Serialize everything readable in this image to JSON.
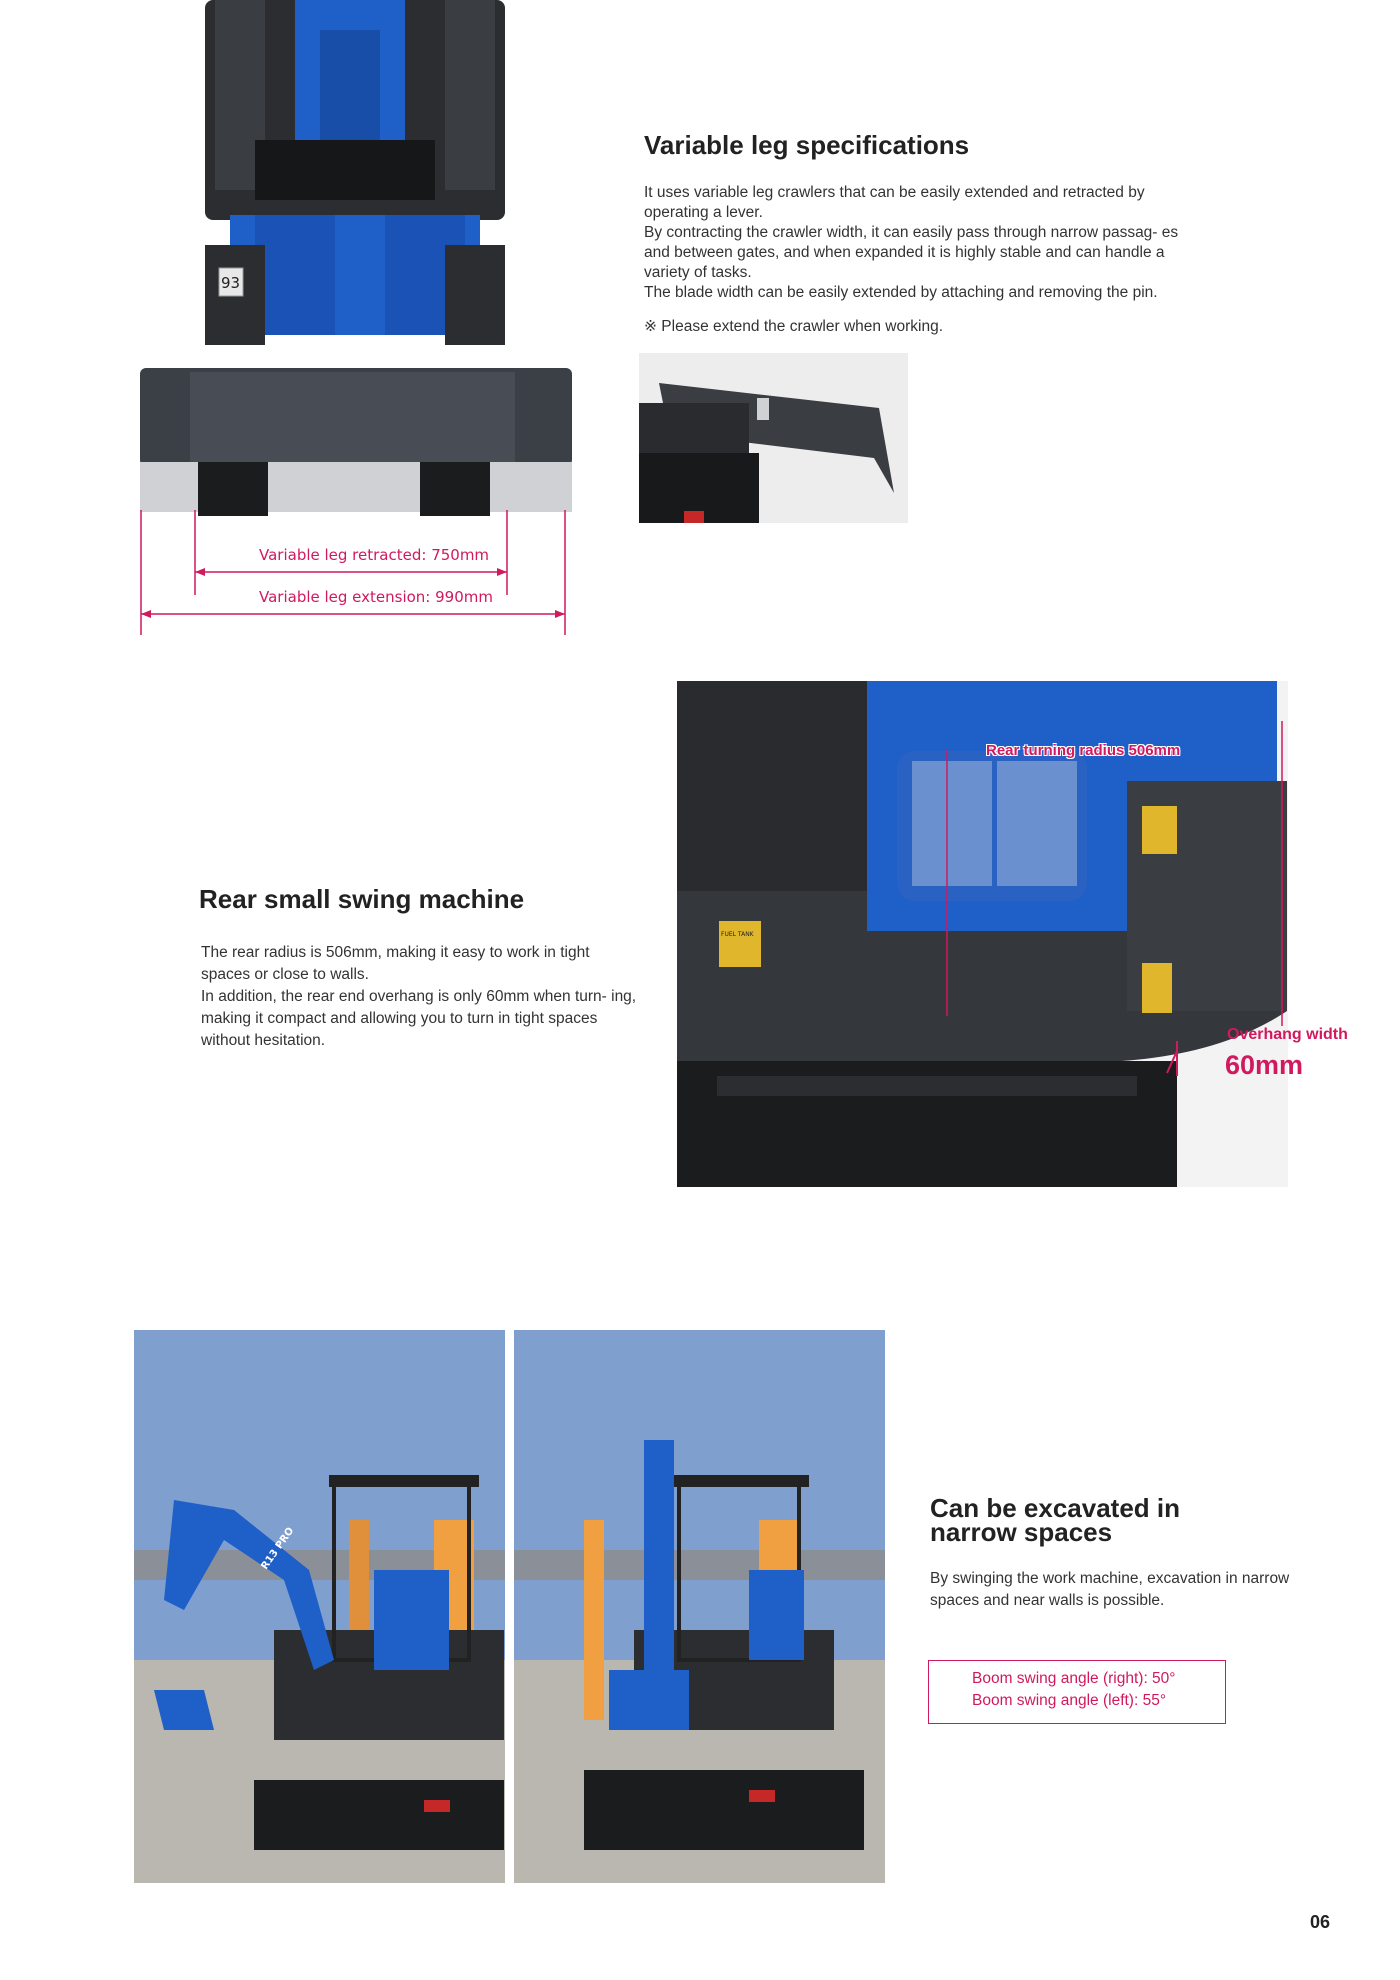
{
  "section1": {
    "title": "Variable leg specifications",
    "paragraphs": [
      "It uses variable leg crawlers that can be easily extended and retracted by operating a lever.",
      "By contracting the crawler width, it can easily pass through narrow passag- es and between gates, and when expanded it is highly stable and can handle a variety of tasks.",
      "The blade width can be easily extended by attaching and removing the pin."
    ],
    "note": "※ Please extend the crawler when working.",
    "machine_plate": "93",
    "dim_retracted": "Variable leg retracted: 750mm",
    "dim_extension": "Variable leg extension: 990mm"
  },
  "section2": {
    "title": "Rear small swing machine",
    "paragraphs": [
      "The rear radius is 506mm, making it easy to work in tight spaces or close to walls.",
      "In addition, the rear end overhang is only 60mm when turn- ing, making it compact and allowing you to turn in tight spaces without hesitation."
    ],
    "rear_radius_label": "Rear turning radius 506mm",
    "overhang_label": "Overhang width",
    "overhang_value": "60mm",
    "fuel_label": "FUEL TANK"
  },
  "section3": {
    "title_line1": "Can be excavated in",
    "title_line2": "narrow spaces",
    "paragraph": "By swinging the work machine, excavation in narrow spaces and near walls is possible.",
    "swing_right": "Boom swing angle (right): 50°",
    "swing_left": "Boom swing angle (left): 55°",
    "model_label": "R13 PRO"
  },
  "page_number": "06",
  "colors": {
    "accent": "#d1195e",
    "machine_blue": "#1f5fc8",
    "dark": "#2b2d31",
    "sky": "#7f9fcf"
  }
}
